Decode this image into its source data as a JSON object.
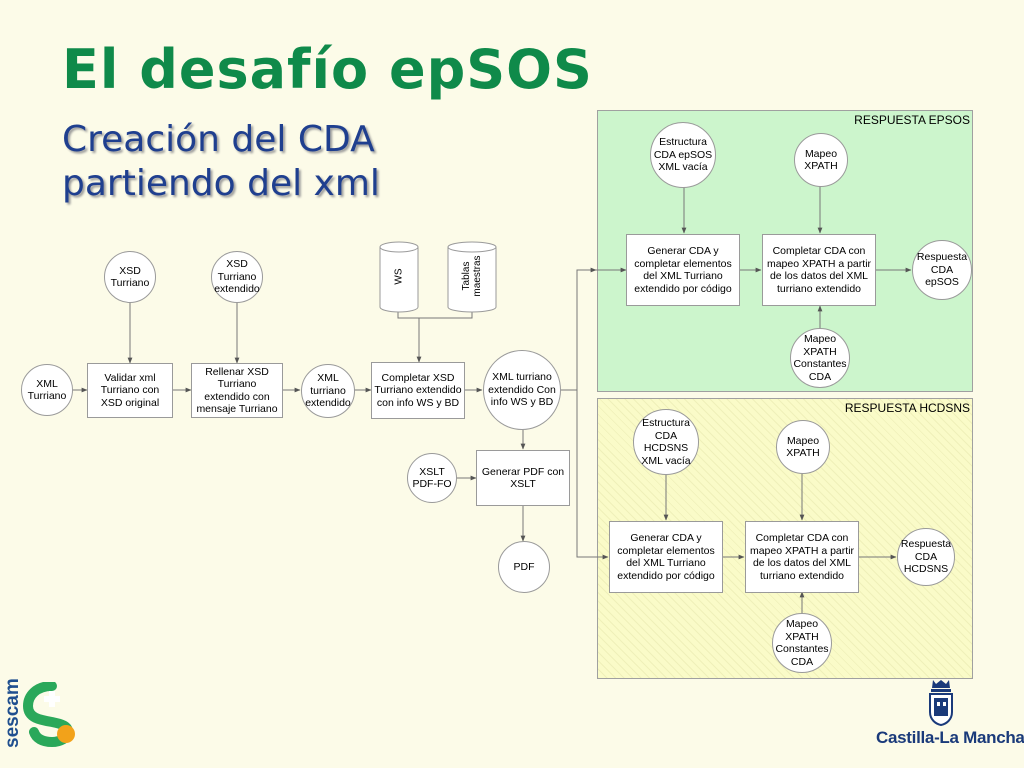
{
  "slide": {
    "title": "El desafío epSOS",
    "subtitle_line1": "Creación del CDA",
    "subtitle_line2": "partiendo del xml"
  },
  "regions": {
    "epsos": "RESPUESTA EPSOS",
    "hcdsns": "RESPUESTA HCDSNS"
  },
  "nodes": {
    "xml_turriano": "XML Turriano",
    "xsd_turriano": "XSD Turriano",
    "validar": "Validar xml Turriano con XSD original",
    "xsd_turriano_ext": "XSD Turriano extendido",
    "rellenar": "Rellenar XSD Turriano extendido con mensaje Turriano",
    "xml_turriano_ext": "XML turriano extendido",
    "ws": "WS",
    "tablas": "Tablas maestras",
    "completar_xsd": "Completar XSD Turriano extendido con info WS y BD",
    "xml_turriano_ext_info": "XML turriano extendido Con info WS y BD",
    "xslt": "XSLT PDF-FO",
    "generar_pdf": "Generar PDF con XSLT",
    "pdf": "PDF",
    "estructura_epsos": "Estructura CDA epSOS XML vacía",
    "mapeo_xpath_epsos": "Mapeo XPATH",
    "generar_cda_epsos": "Generar CDA y completar elementos del XML Turriano extendido por código",
    "completar_cda_epsos": "Completar CDA con mapeo XPATH a partir de los datos del XML turriano extendido",
    "respuesta_epsos": "Respuesta CDA epSOS",
    "mapeo_const_epsos": "Mapeo XPATH Constantes CDA",
    "estructura_hcdsns": "Estructura CDA HCDSNS XML vacía",
    "mapeo_xpath_hcdsns": "Mapeo XPATH",
    "generar_cda_hcdsns": "Generar CDA y completar elementos del XML Turriano extendido por código",
    "completar_cda_hcdsns": "Completar CDA con mapeo XPATH a partir de los datos del XML turriano extendido",
    "respuesta_hcdsns": "Respuesta CDA HCDSNS",
    "mapeo_const_hcdsns": "Mapeo XPATH Constantes CDA"
  },
  "logos": {
    "left": "sescam",
    "right": "Castilla-La Mancha"
  },
  "colors": {
    "title": "#0f8a4a",
    "subtitle": "#1f3f8f",
    "epsos_region": "#ccf5cc",
    "hcdsns_region": "#fafbc8"
  }
}
